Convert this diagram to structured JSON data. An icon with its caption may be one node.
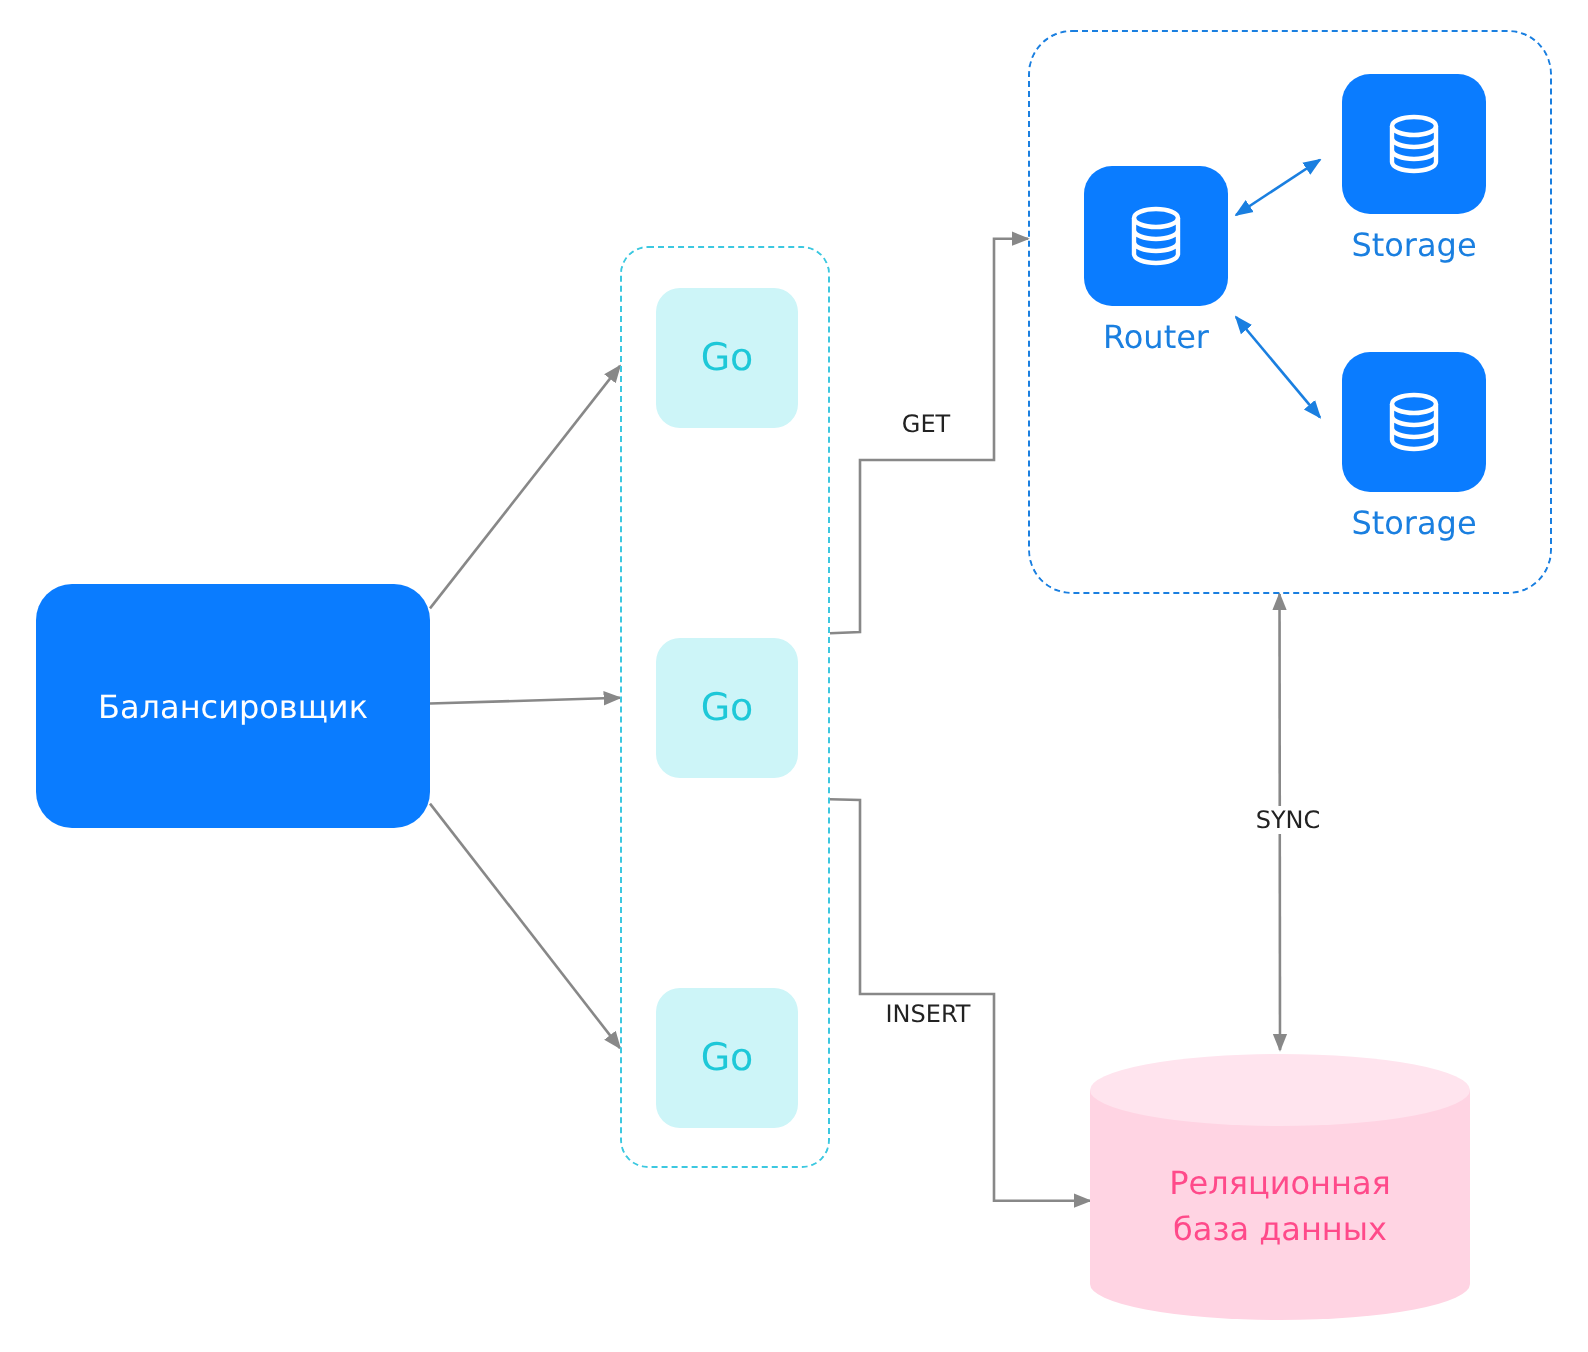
{
  "diagram": {
    "nodes": [
      {
        "text": [
          "Балансировщик"
        ]
      },
      {
        "text": [],
        "shape": "box"
      },
      {
        "text": [
          "Go"
        ],
        "in": 1
      },
      {
        "text": [
          "Go"
        ],
        "in": 1
      },
      {
        "text": [
          "Go"
        ],
        "in": 1
      },
      {
        "text": [],
        "shape": "box"
      },
      {
        "text": [
          "Router"
        ],
        "in": 5
      },
      {
        "text": [
          "Storage"
        ],
        "in": 5
      },
      {
        "text": [
          "Storage"
        ],
        "in": 5
      },
      {
        "text": [
          "Реляционная база данных"
        ]
      }
    ],
    "edges": [
      {
        "from": 0,
        "to": 1,
        "arrow": "to"
      },
      {
        "from": 0,
        "to": 1,
        "arrow": "to"
      },
      {
        "from": 0,
        "to": 1,
        "arrow": "to"
      },
      {
        "from": 1,
        "to": 5,
        "arrow": "to",
        "label": "GET"
      },
      {
        "from": 1,
        "to": 9,
        "arrow": "to",
        "label": "INSERT"
      },
      {
        "from": 6,
        "to": 7,
        "arrow": "both",
        "color": "#1a7fe0"
      },
      {
        "from": 6,
        "to": 8,
        "arrow": "both",
        "color": "#1a7fe0"
      },
      {
        "from": 5,
        "to": 9,
        "arrow": "both",
        "label": "SYNC"
      }
    ]
  }
}
